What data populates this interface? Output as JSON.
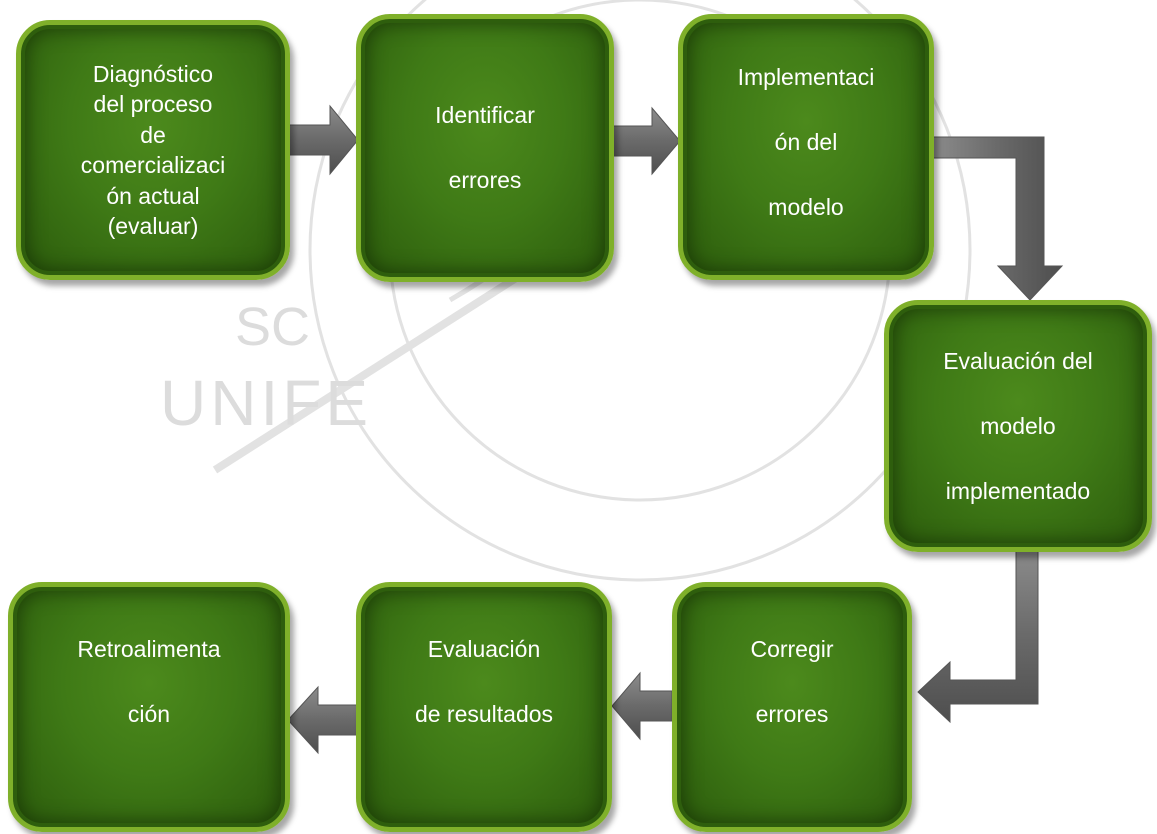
{
  "watermark": {
    "text_upper": "UNIFE",
    "text_mid": "SC"
  },
  "colors": {
    "box_fill": "#3f7a16",
    "box_border": "#7fb02a",
    "arrow": "#6f6f6f",
    "background": "#ffffff"
  },
  "nodes": [
    {
      "id": "diagnostico",
      "lines": [
        "Diagnóstico",
        "del proceso",
        "de",
        "comercializaci",
        "ón actual",
        "(evaluar)"
      ]
    },
    {
      "id": "identificar",
      "lines": [
        "Identificar",
        "errores"
      ]
    },
    {
      "id": "implementacion",
      "lines": [
        "Implementaci",
        "ón del",
        "modelo"
      ]
    },
    {
      "id": "evaluacion-modelo",
      "lines": [
        "Evaluación del",
        "modelo",
        "implementado"
      ]
    },
    {
      "id": "corregir",
      "lines": [
        "Corregir",
        "errores"
      ]
    },
    {
      "id": "evaluacion-resultados",
      "lines": [
        "Evaluación",
        "de resultados"
      ]
    },
    {
      "id": "retroalimentacion",
      "lines": [
        "Retroalimenta",
        "ción"
      ]
    }
  ],
  "edges": [
    {
      "from": "diagnostico",
      "to": "identificar"
    },
    {
      "from": "identificar",
      "to": "implementacion"
    },
    {
      "from": "implementacion",
      "to": "evaluacion-modelo"
    },
    {
      "from": "evaluacion-modelo",
      "to": "corregir"
    },
    {
      "from": "corregir",
      "to": "evaluacion-resultados"
    },
    {
      "from": "evaluacion-resultados",
      "to": "retroalimentacion"
    }
  ]
}
